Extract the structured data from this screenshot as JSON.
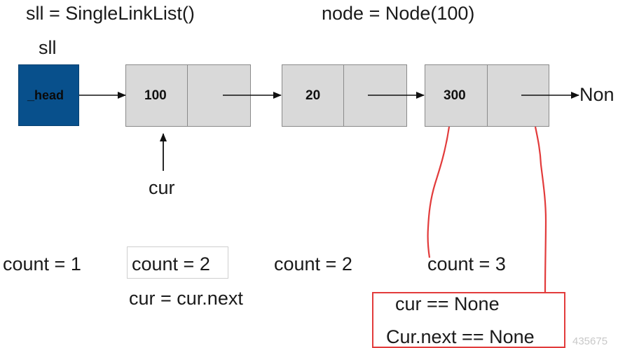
{
  "code": {
    "create_list": "sll = SingleLinkList()",
    "create_node": "node = Node(100)",
    "var_label": "sll"
  },
  "head_label": "_head",
  "nodes": [
    {
      "value": "100"
    },
    {
      "value": "20"
    },
    {
      "value": "300"
    }
  ],
  "tail_label": "Non",
  "cur_label": "cur",
  "counts": [
    "count = 1",
    "count = 2",
    "count = 2",
    "count = 3"
  ],
  "step_code": "cur = cur.next",
  "conditions": [
    "cur == None",
    "Cur.next == None"
  ],
  "watermark": "435675",
  "colors": {
    "head_fill": "#08508c",
    "node_fill": "#d9d9d9",
    "annotation": "#e23b3b"
  }
}
